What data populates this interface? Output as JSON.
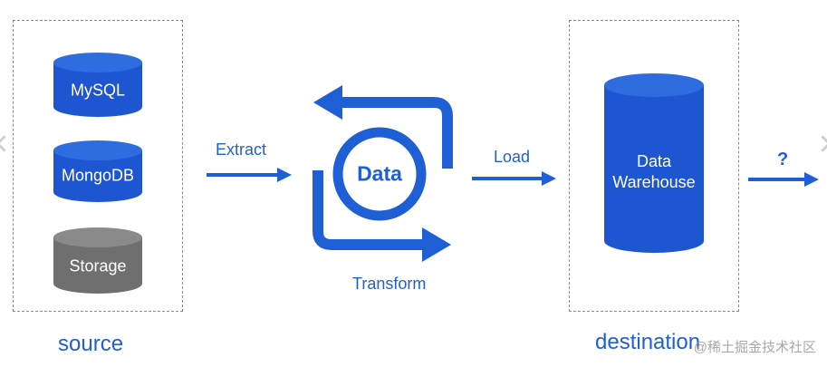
{
  "colors": {
    "blue": "#1f5fd6",
    "cylinder_blue": "#1d56d0",
    "cylinder_blue_top": "#2f6ce0",
    "cylinder_gray": "#6f6f6f",
    "cylinder_gray_top": "#8a8a8a",
    "frame": "#8a8a8a"
  },
  "source": {
    "label": "source",
    "databases": [
      {
        "name": "MySQL",
        "color": "blue"
      },
      {
        "name": "MongoDB",
        "color": "blue"
      },
      {
        "name": "Storage",
        "color": "gray"
      }
    ]
  },
  "steps": {
    "extract": "Extract",
    "transform": "Transform",
    "load": "Load",
    "next": "?"
  },
  "center": {
    "label": "Data"
  },
  "destination": {
    "label": "destination",
    "warehouse_line1": "Data",
    "warehouse_line2": "Warehouse"
  },
  "watermark": "@稀土掘金技术社区"
}
